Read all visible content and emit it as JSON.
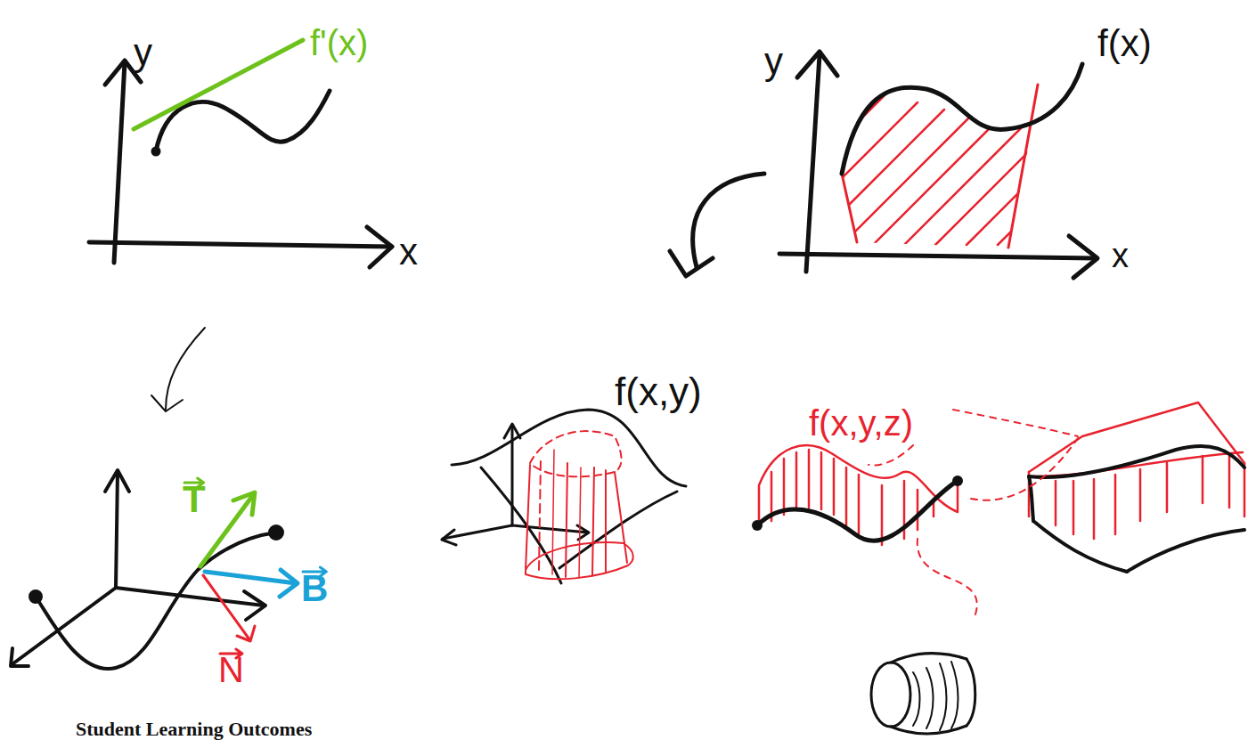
{
  "diagram": {
    "labels": [
      "y",
      "x",
      "f'(x)",
      "y",
      "f(x)",
      "x",
      "T",
      "B",
      "N",
      "f(x,y)",
      "f(x,y,z)",
      "Student Learning Outcomes"
    ]
  }
}
